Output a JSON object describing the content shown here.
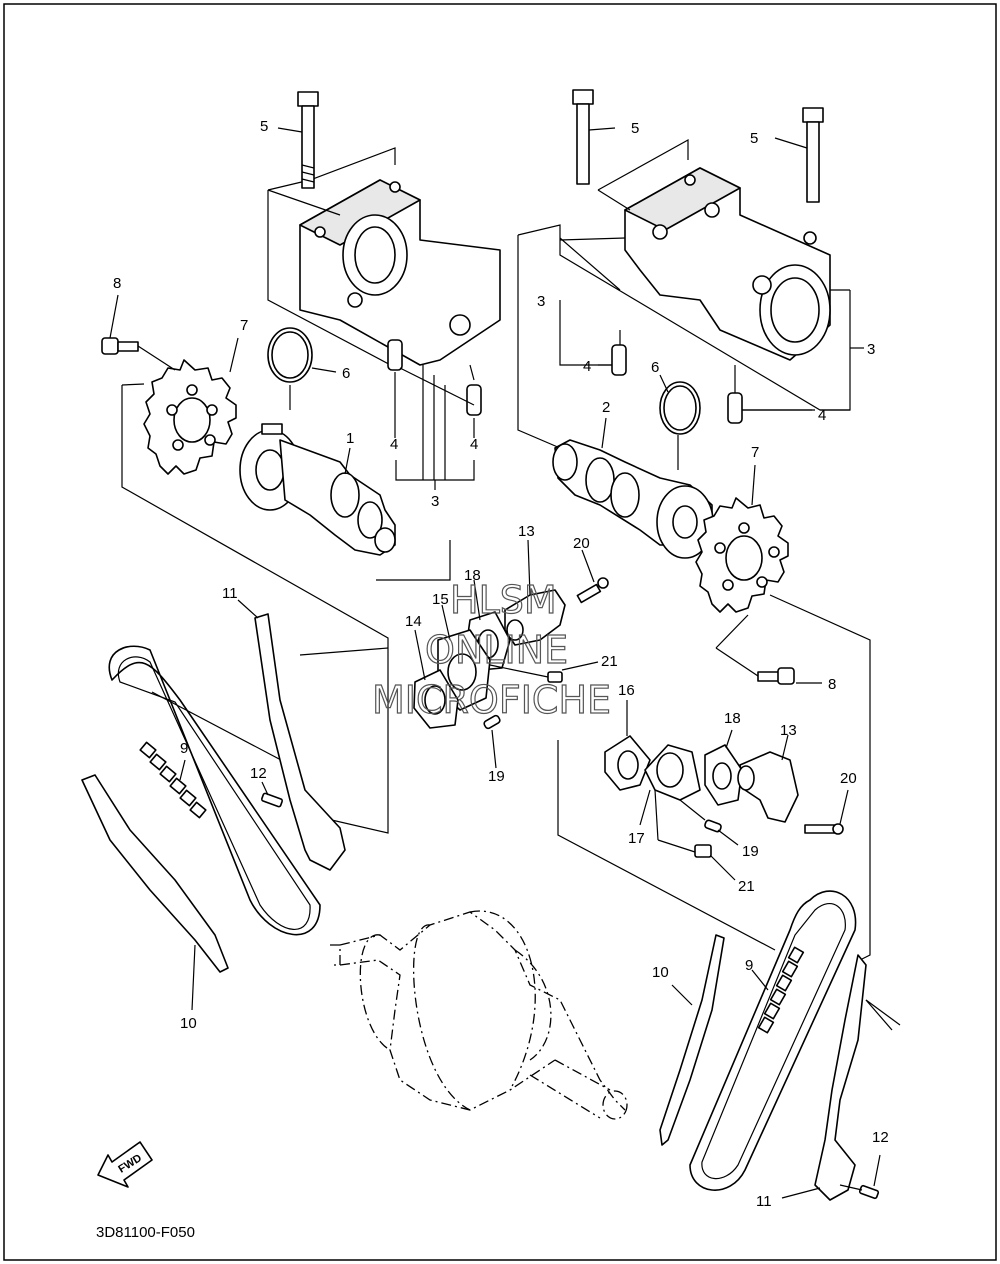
{
  "watermark": {
    "line1": "HLSM",
    "line2": "ONLINE",
    "line3": "MICROFICHE"
  },
  "diagram_code": "3D81100-F050",
  "fwd_label": "FWD",
  "callouts": {
    "c1": "1",
    "c2": "2",
    "c3a": "3",
    "c3b": "3",
    "c3c": "3",
    "c4a": "4",
    "c4b": "4",
    "c4c": "4",
    "c4d": "4",
    "c5a": "5",
    "c5b": "5",
    "c5c": "5",
    "c6a": "6",
    "c6b": "6",
    "c7a": "7",
    "c7b": "7",
    "c8a": "8",
    "c8b": "8",
    "c9a": "9",
    "c9b": "9",
    "c10a": "10",
    "c10b": "10",
    "c11a": "11",
    "c11b": "11",
    "c12a": "12",
    "c12b": "12",
    "c13a": "13",
    "c13b": "13",
    "c14": "14",
    "c15": "15",
    "c16": "16",
    "c17": "17",
    "c18a": "18",
    "c18b": "18",
    "c19a": "19",
    "c19b": "19",
    "c20a": "20",
    "c20b": "20",
    "c21a": "21",
    "c21b": "21"
  }
}
